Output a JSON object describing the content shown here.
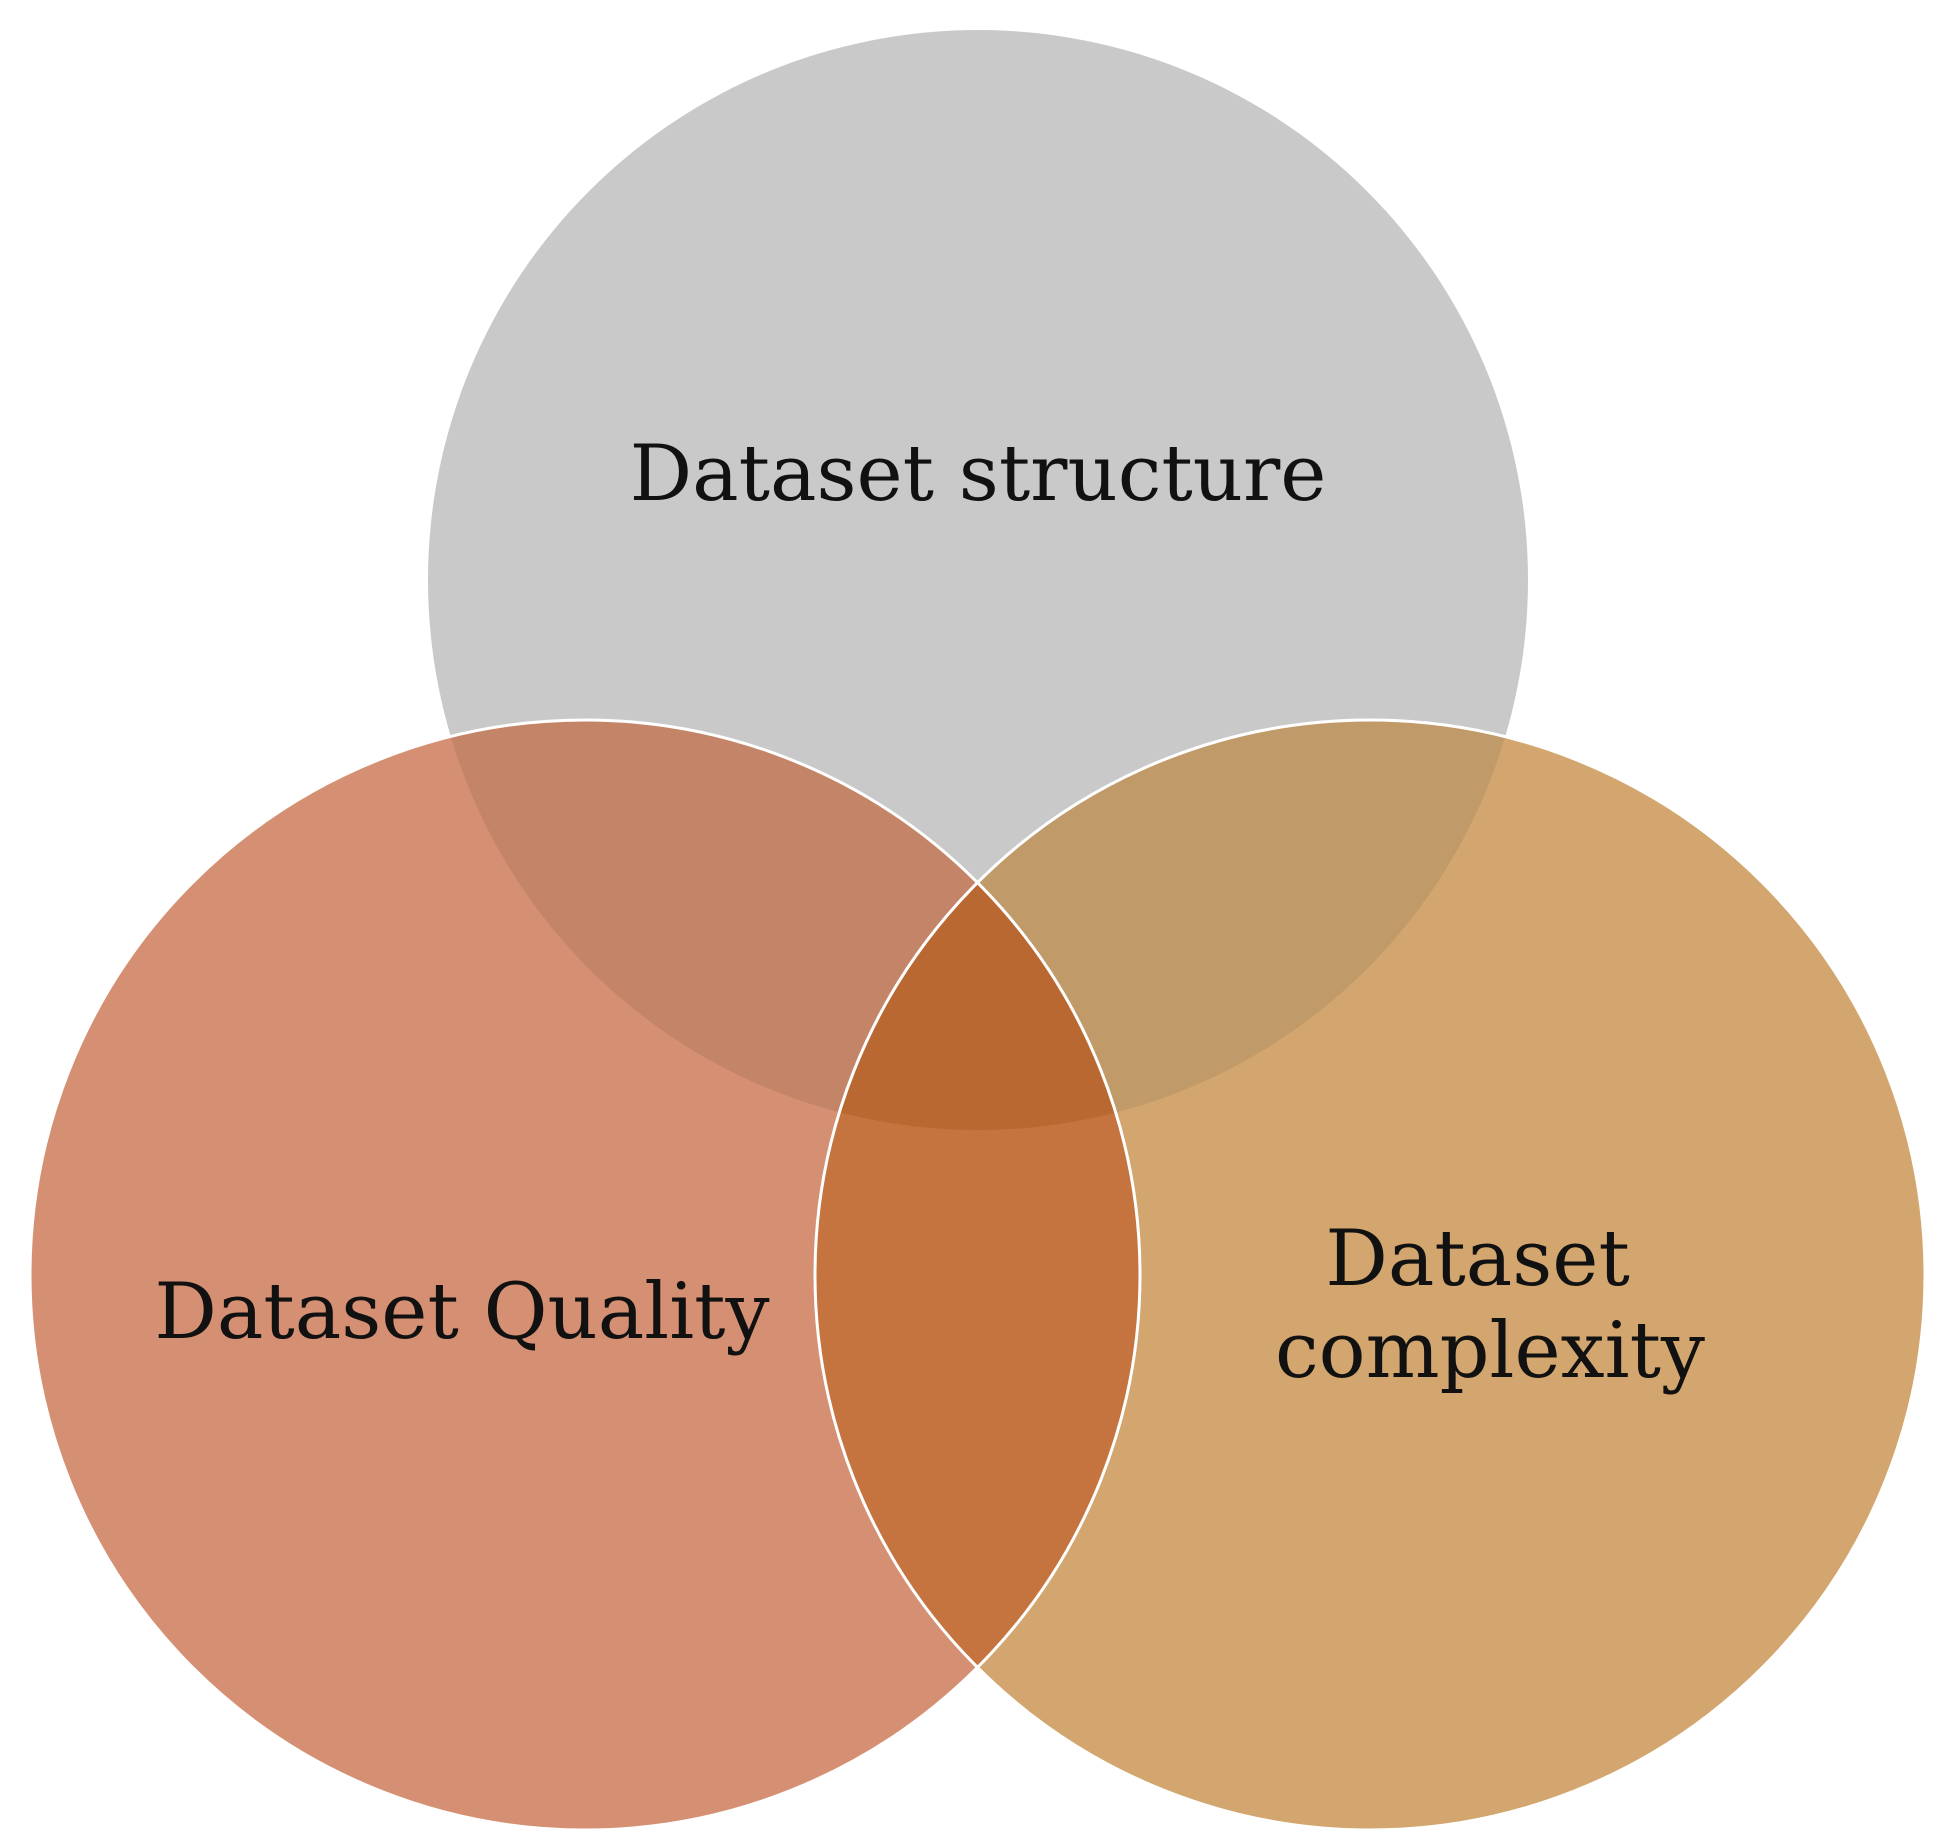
{
  "diagram": {
    "type": "venn",
    "sets": [
      {
        "id": "structure",
        "label_lines": [
          "Dataset structure"
        ],
        "color": "#c9c9c9"
      },
      {
        "id": "quality",
        "label_lines": [
          "Dataset Quality"
        ],
        "color": "#d58f72"
      },
      {
        "id": "complexity",
        "label_lines": [
          "Dataset",
          "complexity"
        ],
        "color": "#d2a66e"
      }
    ],
    "overlap_colors": {
      "structure_quality": "#c48468",
      "structure_complexity": "#c09a68",
      "quality_complexity": "#c5733f",
      "all_three": "#ba6832"
    },
    "outline_color": "#ffffff"
  }
}
